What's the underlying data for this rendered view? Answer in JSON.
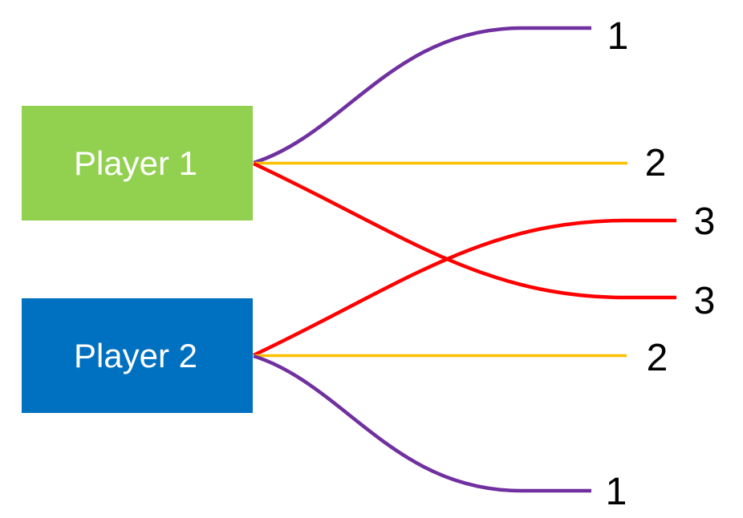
{
  "diagram": {
    "description": "Two player boxes connected by curved ranking lines to rank numbers",
    "players": [
      {
        "label": "Player 1",
        "fill": "#92D050",
        "text_color": "#FFFFFF"
      },
      {
        "label": "Player 2",
        "fill": "#0070C0",
        "text_color": "#FFFFFF"
      }
    ],
    "edges": [
      {
        "from": "Player 1",
        "rank": "1",
        "color": "#7030A0"
      },
      {
        "from": "Player 1",
        "rank": "2",
        "color": "#FFC000"
      },
      {
        "from": "Player 1",
        "rank": "3",
        "color": "#FF0000"
      },
      {
        "from": "Player 2",
        "rank": "3",
        "color": "#FF0000"
      },
      {
        "from": "Player 2",
        "rank": "2",
        "color": "#FFC000"
      },
      {
        "from": "Player 2",
        "rank": "1",
        "color": "#7030A0"
      }
    ],
    "colors": {
      "background": "#FFFFFF",
      "rank_text": "#000000"
    }
  }
}
